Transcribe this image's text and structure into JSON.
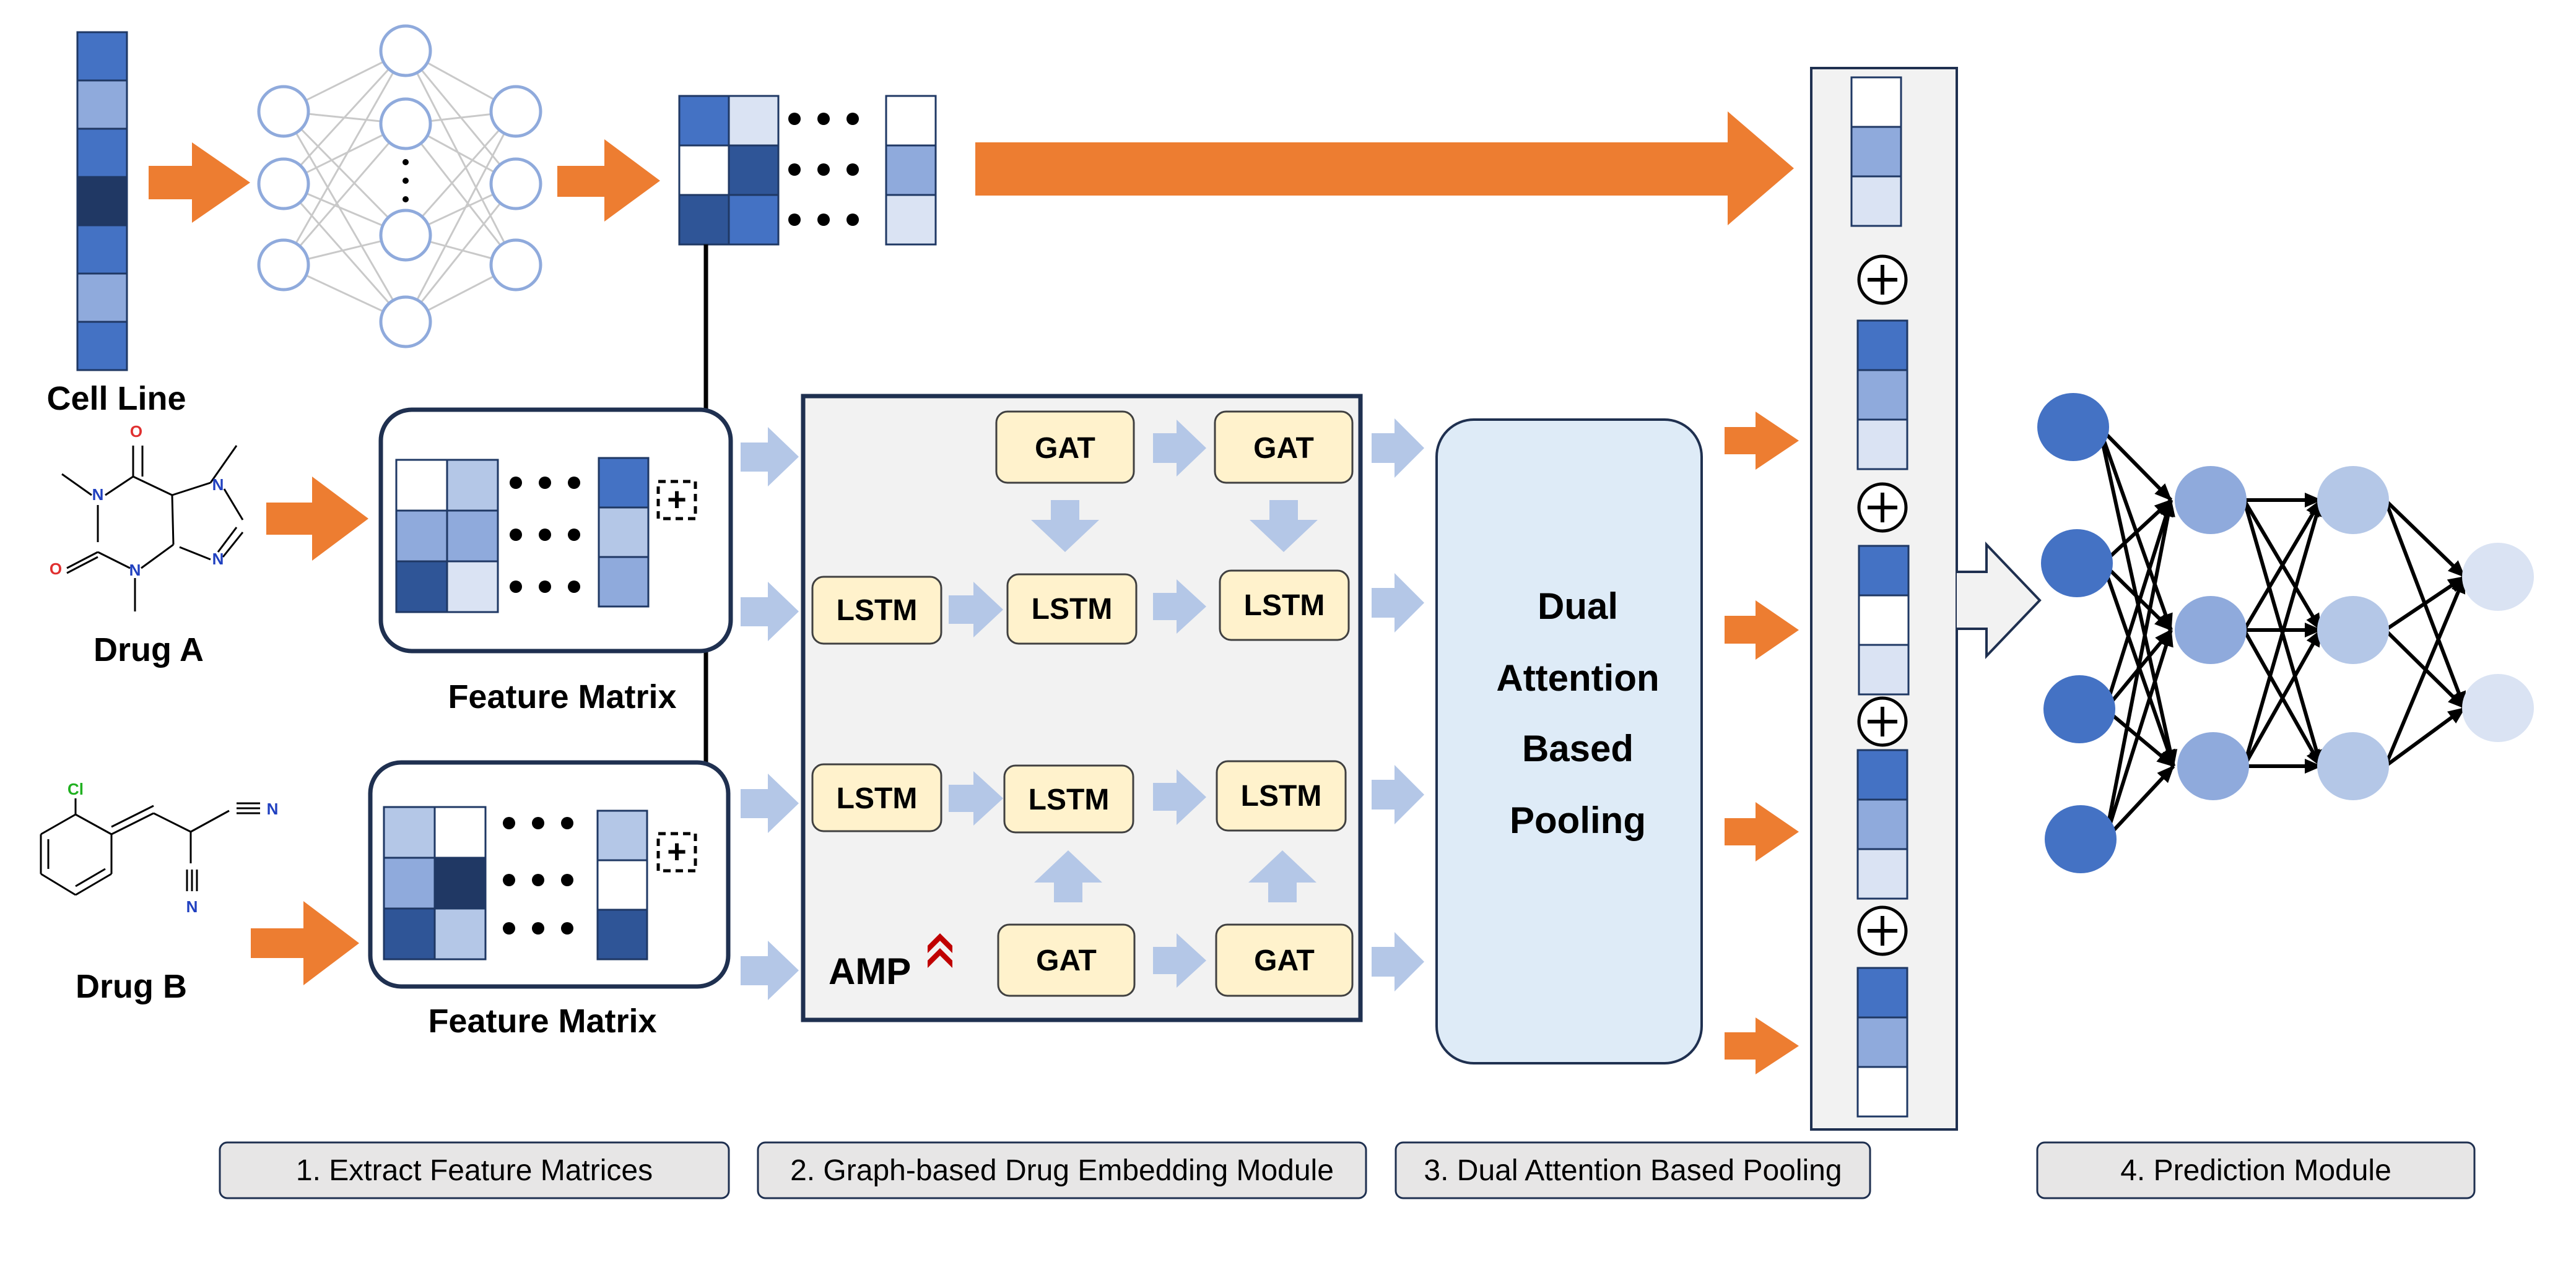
{
  "colors": {
    "arrow_orange": "#ED7D31",
    "arrow_light_blue": "#B4C7E7",
    "cell_dark": "#2F5597",
    "cell_mid": "#4472C4",
    "cell_light": "#8FAADC",
    "cell_pale": "#DAE3F3",
    "cell_darkest": "#203864",
    "box_fill": "#FFF2CC",
    "module_bg": "#F2F2F2",
    "pool_fill": "#DEEBF7",
    "nn_outline": "#8FAADC",
    "nn_edges": "#C9C9C9",
    "frame": "#1F3050",
    "amp_red": "#C00000"
  },
  "labels": {
    "cell_line": "Cell Line",
    "drug_a": "Drug A",
    "drug_b": "Drug B",
    "feature_matrix_a": "Feature Matrix",
    "feature_matrix_b": "Feature Matrix",
    "gat": "GAT",
    "lstm": "LSTM",
    "amp": "AMP",
    "pooling_lines": [
      "Dual",
      "Attention",
      "Based",
      "Pooling"
    ],
    "concat_symbol": "+"
  },
  "modules": [
    "1. Extract Feature Matrices",
    "2. Graph-based Drug Embedding Module",
    "3. Dual Attention Based Pooling",
    "4. Prediction Module"
  ],
  "molecule_a": {
    "atoms": [
      "O",
      "N",
      "N",
      "N",
      "N",
      "O"
    ]
  },
  "molecule_b": {
    "atoms": [
      "Cl",
      "N",
      "N"
    ]
  },
  "icons": [
    "neural-network-icon",
    "molecule-icon",
    "concat-plus-icon",
    "amp-logo-icon",
    "feature-fusion-icon"
  ]
}
